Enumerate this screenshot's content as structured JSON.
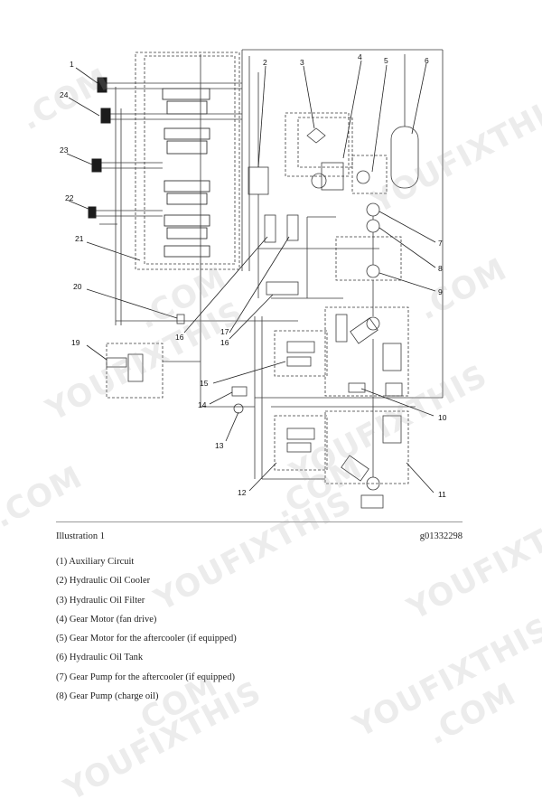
{
  "figure": {
    "title": "Illustration 1",
    "id": "g01332298",
    "callouts": [
      "1",
      "2",
      "3",
      "4",
      "5",
      "6",
      "7",
      "8",
      "9",
      "10",
      "11",
      "12",
      "13",
      "14",
      "15",
      "16",
      "16",
      "17",
      "19",
      "20",
      "21",
      "22",
      "23",
      "24"
    ]
  },
  "legend": [
    "(1) Auxiliary Circuit",
    "(2) Hydraulic Oil Cooler",
    "(3) Hydraulic Oil Filter",
    "(4) Gear Motor (fan drive)",
    "(5) Gear Motor for the aftercooler (if equipped)",
    "(6) Hydraulic Oil Tank",
    "(7) Gear Pump for the aftercooler (if equipped)",
    "(8) Gear Pump (charge oil)"
  ],
  "watermark": {
    "brand": "YOUFIXTHIS",
    "domain": ".COM"
  },
  "colors": {
    "line": "#3a3a3a",
    "dashed": "#555555",
    "component": "#1c1c1c",
    "watermark": "#aaaaaa"
  }
}
